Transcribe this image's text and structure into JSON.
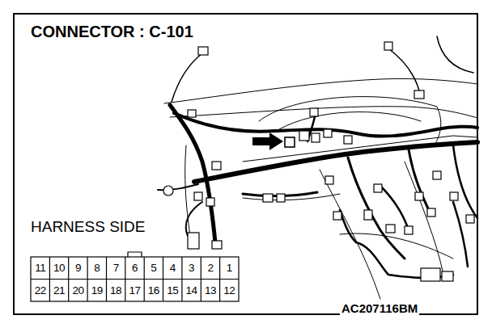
{
  "diagram": {
    "title": "CONNECTOR : C-101",
    "labels": [
      "HARNESS SIDE",
      "11",
      "10",
      "9",
      "8",
      "7",
      "6",
      "5",
      "4",
      "3",
      "2",
      "1",
      "22",
      "21",
      "20",
      "19",
      "18",
      "17",
      "16",
      "15",
      "14",
      "13",
      "12",
      "AC207116BM"
    ]
  }
}
